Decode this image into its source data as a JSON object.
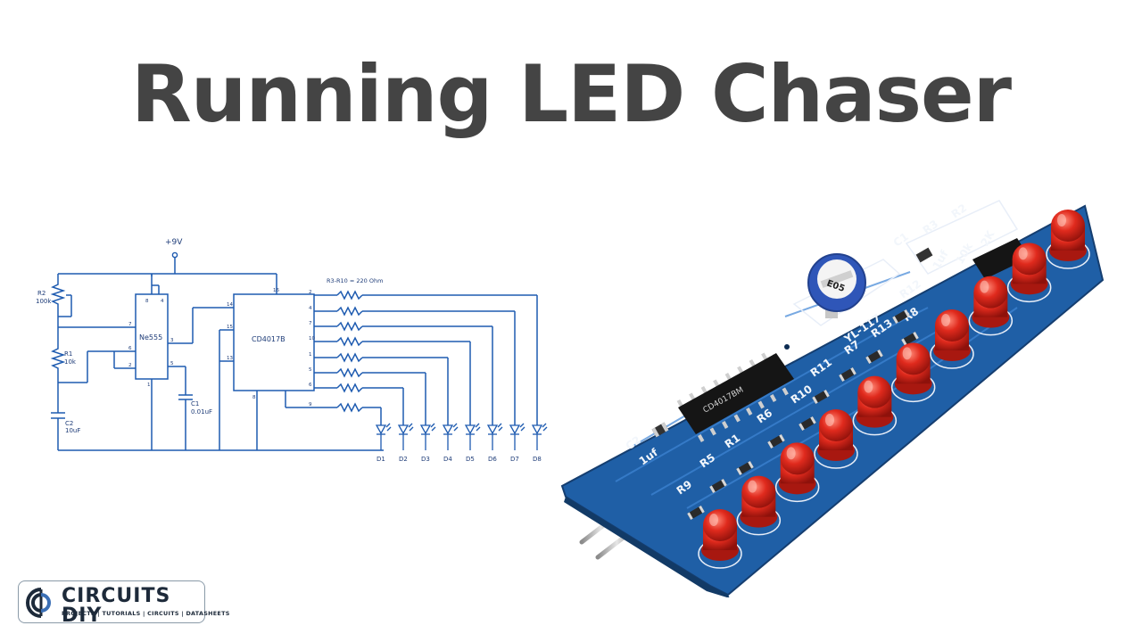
{
  "title": "Running LED Chaser",
  "schematic": {
    "supply": "+9V",
    "resistor_note": "R3-R10 = 220 Ohm",
    "timer_ic": "Ne555",
    "counter_ic": "CD4017B",
    "r2": {
      "name": "R2",
      "value": "100k"
    },
    "r1": {
      "name": "R1",
      "value": "10k"
    },
    "c2": {
      "name": "C2",
      "value": "10uF"
    },
    "c1": {
      "name": "C1",
      "value": "0.01uF"
    },
    "timer_pins": {
      "p8": "8",
      "p4": "4",
      "p7": "7",
      "p6": "6",
      "p2": "2",
      "p3": "3",
      "p5": "5",
      "p1": "1"
    },
    "counter_pins": {
      "p16": "16",
      "p14": "14",
      "p15": "15",
      "p13": "13",
      "p8": "8",
      "outputs": [
        "2",
        "4",
        "7",
        "10",
        "1",
        "5",
        "6",
        "9"
      ]
    },
    "diodes": [
      "D1",
      "D2",
      "D3",
      "D4",
      "D5",
      "D6",
      "D7",
      "D8"
    ]
  },
  "board": {
    "model": "YL-117",
    "chip": "CD4017BM",
    "pot": "E05",
    "c1": "C1",
    "c1_value": "1uf",
    "c2": "C2",
    "c2_value": "1uf",
    "r2": "R2",
    "r3": "R3",
    "r2_value": "2K",
    "r3_value": "10k",
    "resistors": [
      "R12",
      "R8",
      "R13",
      "R7",
      "R11",
      "R10",
      "R6",
      "R1",
      "R5",
      "R9"
    ],
    "led_count": 10,
    "colors": {
      "pcb": "#1f5fa6",
      "led": "#d8261e",
      "pot": "#2f56b8"
    }
  },
  "logo": {
    "name": "CIRCUITS DIY",
    "tagline": "PROJECTS | TUTORIALS | CIRCUITS | DATASHEETS"
  }
}
